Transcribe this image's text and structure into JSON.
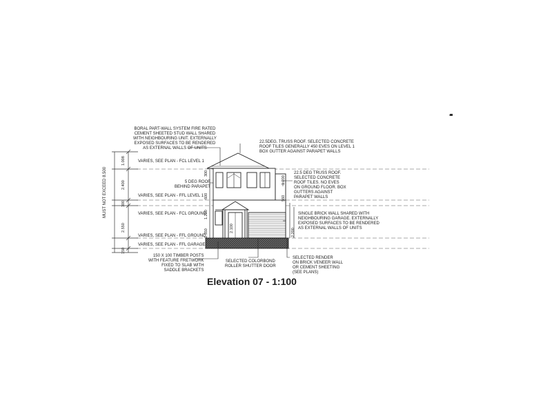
{
  "drawing": {
    "title": "Elevation 07 - 1:100",
    "overall_height_label": "MUST NOT EXCEED 8.500",
    "level_labels": [
      "VARIES, SEE PLAN - FCL Level 1",
      "VARIES, SEE PLAN - FFL Level 1",
      "VARIES, SEE PLAN - FCL Ground",
      "VARIES, SEE PLAN - FFL Ground",
      "VARIES, SEE PLAN - FFL Garage"
    ],
    "left_dimensions": [
      "1.008",
      "2.400",
      "300",
      "2.550",
      "150"
    ],
    "building_dimensions": [
      "300",
      "600",
      "1.200",
      "1.350"
    ],
    "door_dimension": "2.100",
    "right_dimensions": [
      "1.200",
      "560",
      "2.200"
    ],
    "notes": {
      "party_wall": "BORAL PART-WALL SYSTEM FIRE RATED\nCEMENT SHEETED STUD WALL SHARED\nWITH NEIGHBOURING UNIT. EXTERNALLY\nEXPOSED SURFACES TO BE RENDERED\nAS EXTERNAL WALLS OF UNITS",
      "upper_roof": "22.5DEG. TRUSS ROOF. SELECTED CONCRETE\nROOF TILES GENERALLY 450 EVES ON LEVEL 1\nBOX GUTTER AGAINST PARAPET WALLS",
      "lower_roof": "22.5 DEG TRUSS ROOF.\nSELECTED CONCRETE\nROOF TILES. NO EVES\nON GROUND FLOOR. BOX\nGUTTERS AGAINST\nPARAPET WALLS",
      "parapet": "5 DEG ROOF\nBEHIND PARAPET",
      "brick_wall": "SINGLE BRICK WALL SHARED WITH\nNEIGHBOURING GARAGE. EXTERNALLY\nEXPOSED SURFACES TO BE RENDERED\nAS EXTERNAL WALLS OF UNITS",
      "posts": "150 X 100 TIMBER POSTS\nWITH FEATURE FRETWORK\nFIXED TO SLAB WITH\nSADDLE BRACKETS",
      "garage_door": "SELECTED COLORBOND\nROLLER SHUTTER DOOR",
      "render": "SELECTED RENDER\nON BRICK VENEER WALL\nOR CEMENT SHEETING\n(SEE PLANS)"
    },
    "stray_mark": "''"
  }
}
